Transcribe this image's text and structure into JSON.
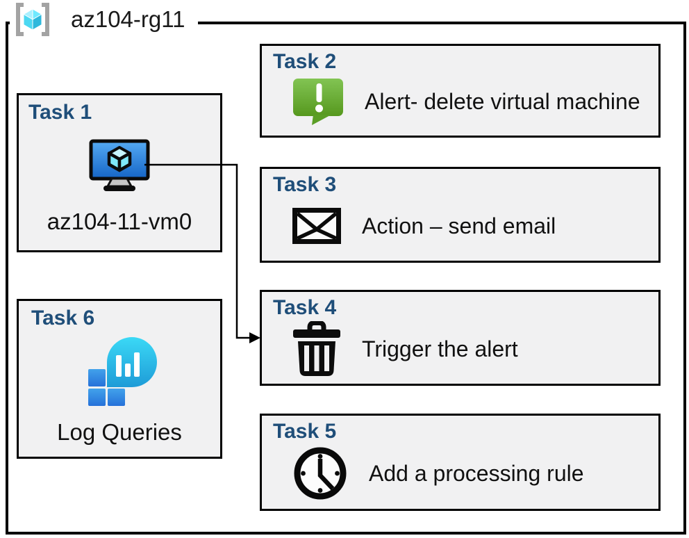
{
  "resource_group": {
    "label": "az104-rg11"
  },
  "tasks": [
    {
      "title": "Task 1",
      "label": "az104-11-vm0",
      "icon": "virtual-machine-icon"
    },
    {
      "title": "Task 2",
      "label": "Alert- delete virtual machine",
      "icon": "alert-message-icon"
    },
    {
      "title": "Task 3",
      "label": "Action – send email",
      "icon": "email-envelope-icon"
    },
    {
      "title": "Task 4",
      "label": "Trigger the alert",
      "icon": "trash-delete-icon"
    },
    {
      "title": "Task 5",
      "label": "Add a processing rule",
      "icon": "clock-icon"
    },
    {
      "title": "Task 6",
      "label": "Log Queries",
      "icon": "log-analytics-icon"
    }
  ],
  "connector": {
    "from": "Task 1",
    "to": "Task 4"
  },
  "colors": {
    "task_title_blue": "#1F4E79",
    "box_fill": "#F1F1F2",
    "border_black": "#000000",
    "alert_green": "#6FB73C",
    "vm_screen_blue": "#2D84DF",
    "log_bubble_teal": "#29BDE8",
    "log_square_blue": "#2E84DF",
    "rg_cube_cyan": "#50E6FF",
    "rg_bracket_gray": "#A3A3A3"
  }
}
